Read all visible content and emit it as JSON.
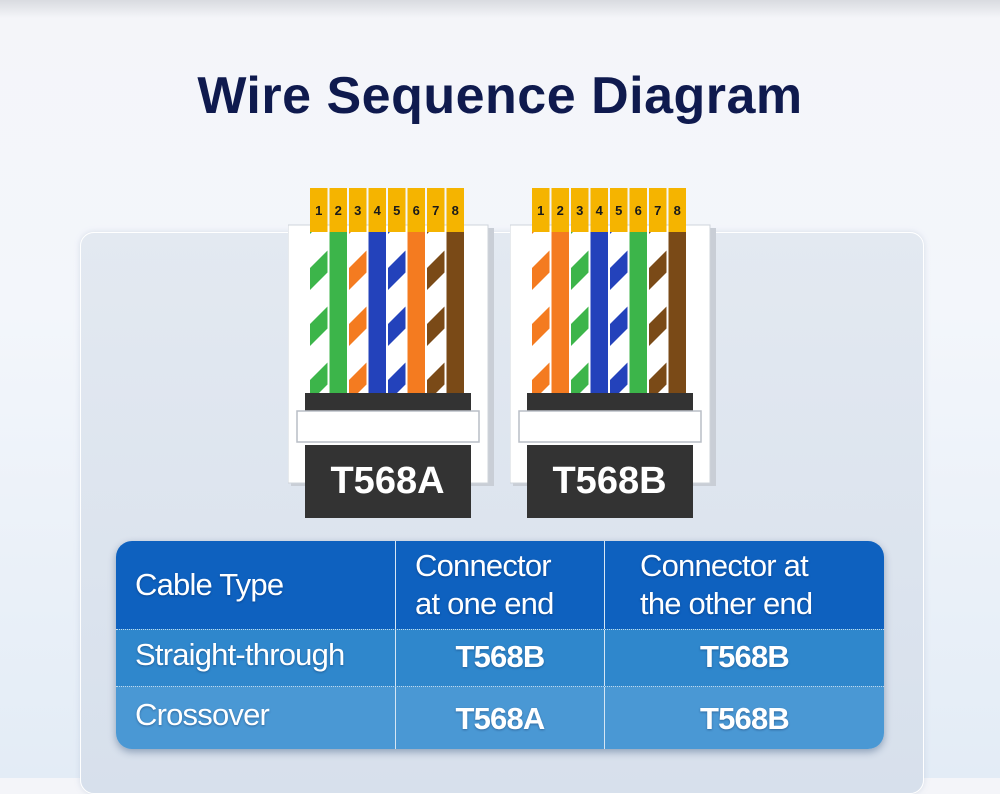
{
  "title": "Wire Sequence Diagram",
  "colors": {
    "title": "#0f1a4e",
    "pin_tab": "#f5b400",
    "green": "#3cb54a",
    "orange": "#f47b20",
    "blue": "#2342bb",
    "brown": "#7a4a17",
    "label_bg": "#333333",
    "table_header": "#0e61bf"
  },
  "connectors": [
    {
      "name": "T568A",
      "pins": [
        "1",
        "2",
        "3",
        "4",
        "5",
        "6",
        "7",
        "8"
      ],
      "wires": [
        {
          "color": "green",
          "striped": true
        },
        {
          "color": "green",
          "striped": false
        },
        {
          "color": "orange",
          "striped": true
        },
        {
          "color": "blue",
          "striped": false
        },
        {
          "color": "blue",
          "striped": true
        },
        {
          "color": "orange",
          "striped": false
        },
        {
          "color": "brown",
          "striped": true
        },
        {
          "color": "brown",
          "striped": false
        }
      ]
    },
    {
      "name": "T568B",
      "pins": [
        "1",
        "2",
        "3",
        "4",
        "5",
        "6",
        "7",
        "8"
      ],
      "wires": [
        {
          "color": "orange",
          "striped": true
        },
        {
          "color": "orange",
          "striped": false
        },
        {
          "color": "green",
          "striped": true
        },
        {
          "color": "blue",
          "striped": false
        },
        {
          "color": "blue",
          "striped": true
        },
        {
          "color": "green",
          "striped": false
        },
        {
          "color": "brown",
          "striped": true
        },
        {
          "color": "brown",
          "striped": false
        }
      ]
    }
  ],
  "table": {
    "headers": [
      "Cable Type",
      "Connector\nat one end",
      "Connector at\nthe other end"
    ],
    "rows": [
      [
        "Straight-through",
        "T568B",
        "T568B"
      ],
      [
        "Crossover",
        "T568A",
        "T568B"
      ]
    ]
  }
}
